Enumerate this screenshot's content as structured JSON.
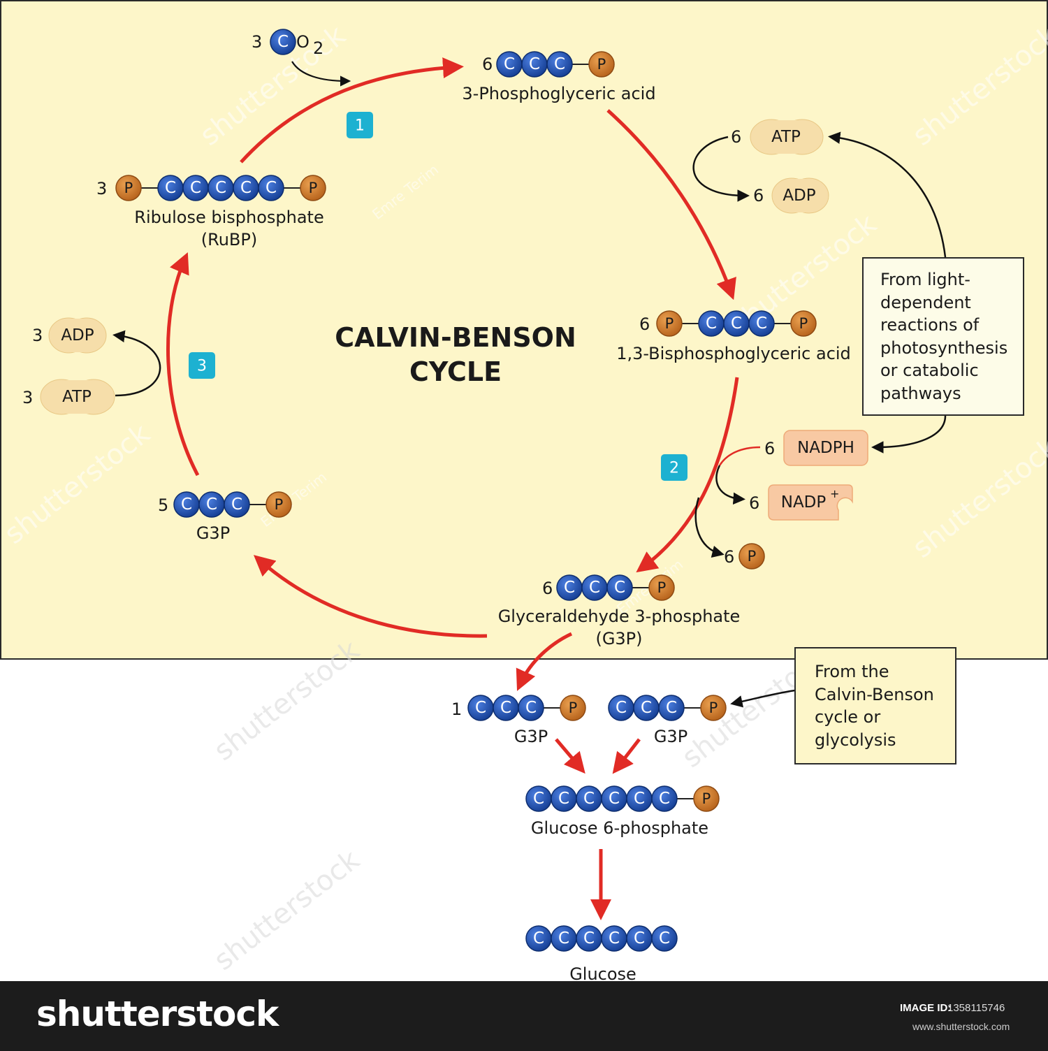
{
  "diagram": {
    "title_line1": "CALVIN-BENSON",
    "title_line2": "CYCLE",
    "atom_carbon": "C",
    "atom_phosphate": "P",
    "co2": {
      "coef": "3",
      "suffix": "O",
      "subscript": "2"
    },
    "pga": {
      "coef": "6",
      "label": "3-Phosphoglyceric acid"
    },
    "bpga": {
      "coef": "6",
      "label": "1,3-Bisphosphoglyceric acid"
    },
    "g3p_main": {
      "coef": "6",
      "label_line1": "Glyceraldehyde 3-phosphate",
      "label_line2": "(G3P)"
    },
    "g3p_recycle": {
      "coef": "5",
      "label": "G3P"
    },
    "rubp": {
      "coef": "3",
      "label_line1": "Ribulose bisphosphate",
      "label_line2": "(RuBP)"
    },
    "steps": [
      "1",
      "2",
      "3"
    ],
    "energy": {
      "atp_top": {
        "coef": "6",
        "label": "ATP"
      },
      "adp_top": {
        "coef": "6",
        "label": "ADP"
      },
      "nadph": {
        "coef": "6",
        "label": "NADPH"
      },
      "nadp": {
        "coef": "6",
        "label": "NADP",
        "sup": "+"
      },
      "pi": {
        "coef": "6",
        "label": "P"
      },
      "adp_left": {
        "coef": "3",
        "label": "ADP"
      },
      "atp_left": {
        "coef": "3",
        "label": "ATP"
      }
    },
    "box_light": [
      "From light-",
      "dependent",
      "reactions of",
      "photosynthesis",
      "or catabolic",
      "pathways"
    ],
    "box_calvin": [
      "From the",
      "Calvin-Benson",
      "cycle or",
      "glycolysis"
    ],
    "g3p_out": {
      "coef": "1",
      "label": "G3P"
    },
    "g3p_other": {
      "label": "G3P"
    },
    "g6p": {
      "label": "Glucose 6-phosphate"
    },
    "glucose": {
      "label": "Glucose"
    },
    "colors": {
      "panel": "#fdf6c9",
      "carbon": "#1c4ba6",
      "phosphate": "#c9731f",
      "arrow_red": "#e12b25",
      "step_badge": "#1db1d1",
      "atp_fill": "#f6deaa",
      "nadph_fill": "#f8c9a3"
    }
  },
  "watermark": {
    "text": "shutterstock",
    "author": "Emre Terim"
  },
  "footer": {
    "logo": "shutterstock",
    "image_id_label": "IMAGE ID:",
    "image_id": "1358115746",
    "url": "www.shutterstock.com"
  }
}
